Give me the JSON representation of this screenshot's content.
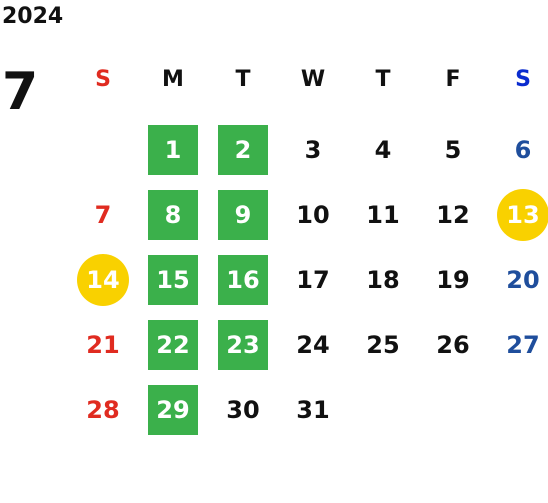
{
  "calendar": {
    "year": "2024",
    "month": "7",
    "weekdays": [
      "S",
      "M",
      "T",
      "W",
      "T",
      "F",
      "S"
    ],
    "weekday_colors": [
      "#e02b20",
      "#111111",
      "#111111",
      "#111111",
      "#111111",
      "#111111",
      "#0a2ccf"
    ],
    "weeks": [
      [
        {
          "d": ""
        },
        {
          "d": "1",
          "style": "green"
        },
        {
          "d": "2",
          "style": "green"
        },
        {
          "d": "3"
        },
        {
          "d": "4"
        },
        {
          "d": "5"
        },
        {
          "d": "6"
        }
      ],
      [
        {
          "d": "7"
        },
        {
          "d": "8",
          "style": "green"
        },
        {
          "d": "9",
          "style": "green"
        },
        {
          "d": "10"
        },
        {
          "d": "11"
        },
        {
          "d": "12"
        },
        {
          "d": "13",
          "style": "yellow"
        }
      ],
      [
        {
          "d": "14",
          "style": "yellow"
        },
        {
          "d": "15",
          "style": "green"
        },
        {
          "d": "16",
          "style": "green"
        },
        {
          "d": "17"
        },
        {
          "d": "18"
        },
        {
          "d": "19"
        },
        {
          "d": "20"
        }
      ],
      [
        {
          "d": "21"
        },
        {
          "d": "22",
          "style": "green"
        },
        {
          "d": "23",
          "style": "green"
        },
        {
          "d": "24"
        },
        {
          "d": "25"
        },
        {
          "d": "26"
        },
        {
          "d": "27"
        }
      ],
      [
        {
          "d": "28"
        },
        {
          "d": "29",
          "style": "green"
        },
        {
          "d": "30"
        },
        {
          "d": "31"
        },
        {
          "d": ""
        },
        {
          "d": ""
        },
        {
          "d": ""
        }
      ]
    ],
    "colors": {
      "green_highlight": "#3bb04b",
      "yellow_highlight": "#f9d100",
      "sunday": "#e02b20",
      "saturday": "#1f4e9c"
    }
  }
}
